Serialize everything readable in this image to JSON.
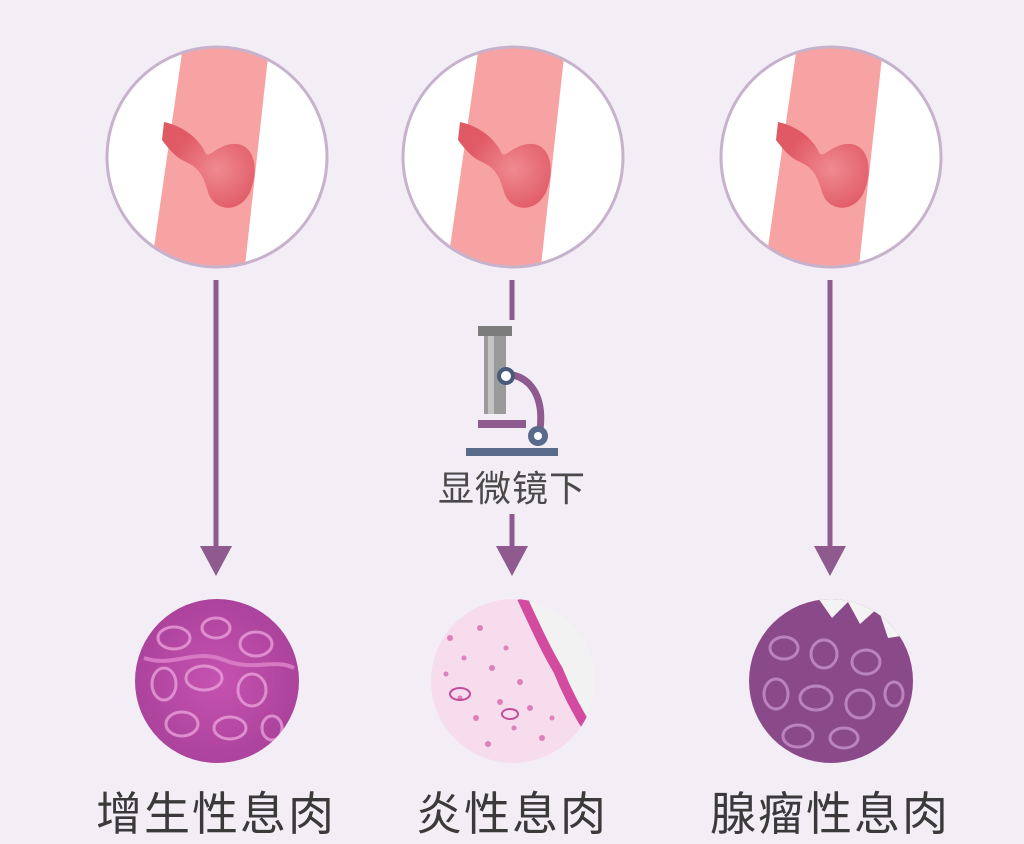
{
  "microscope_label": "显微镜下",
  "polyps": [
    {
      "label": "增生性息肉"
    },
    {
      "label": "炎性息肉"
    },
    {
      "label": "腺瘤性息肉"
    }
  ],
  "colors": {
    "background": "#f3eef5",
    "arrow": "#8f5a8e",
    "lumen_wall": "#f7a3a3",
    "polyp": "#e05a66",
    "circle_border": "#c7b2cc"
  },
  "icons": [
    "microscope-icon",
    "arrow-down-icon"
  ]
}
